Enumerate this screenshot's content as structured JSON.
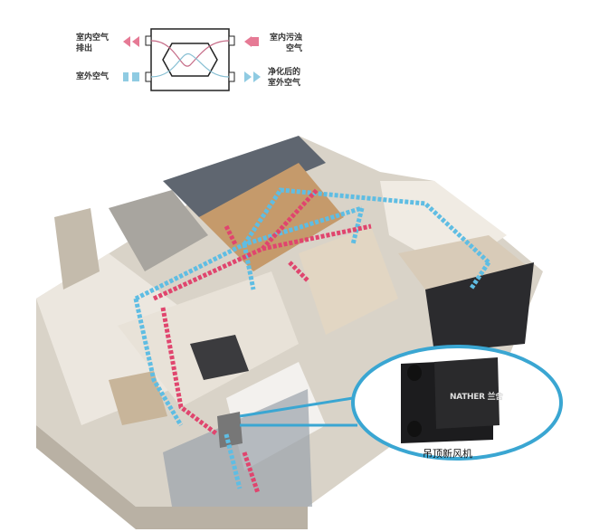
{
  "legend": {
    "exhaust_out": "室内空气排出",
    "exhaust_out_line1": "室内空气",
    "exhaust_out_line2": "排出",
    "indoor_dirty_line1": "室内污浊",
    "indoor_dirty_line2": "空气",
    "outdoor_air": "室外空气",
    "purified_line1": "净化后的",
    "purified_line2": "室外空气"
  },
  "unit": {
    "brand": "NATHER 兰舍",
    "caption": "吊顶新风机"
  },
  "colors": {
    "exhaust": "#e0456e",
    "fresh": "#4fb3dc",
    "callout": "#3aa6d2",
    "unit_body": "#1c1c1e"
  }
}
